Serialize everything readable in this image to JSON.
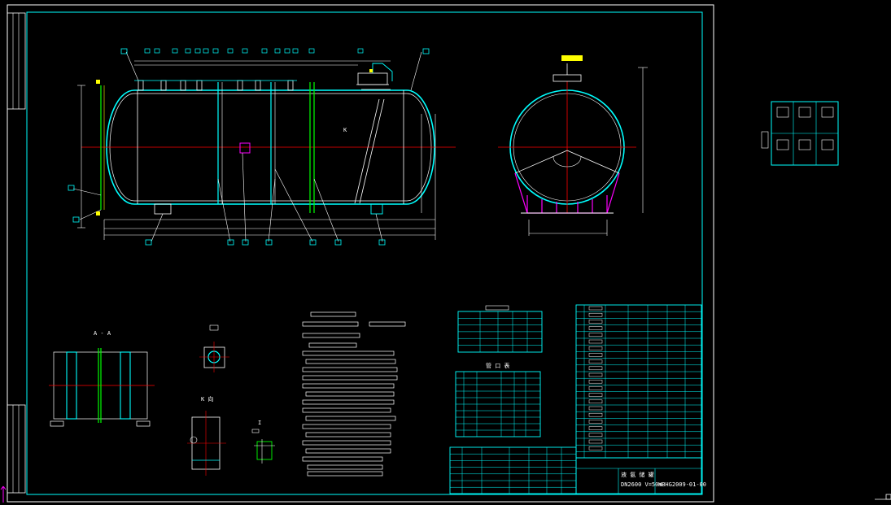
{
  "view_labels": {
    "section_aa": "A - A",
    "detail_k": "K 向",
    "detail_i": "I",
    "leader_k": "K",
    "pipe_table_title": "管 口 表"
  },
  "title_block": {
    "name": "液 氨 储 罐",
    "spec": "DN2600 V=50m",
    "drawing_no": "HBHG2009-01-00"
  },
  "colors": {
    "background": "#000000",
    "frame": "#00ffff",
    "outline": "#ffffff",
    "centerline": "#ff0000",
    "green": "#00ff00",
    "support": "#ff00ff",
    "label": "#00ffff",
    "yellow": "#ffff00"
  }
}
